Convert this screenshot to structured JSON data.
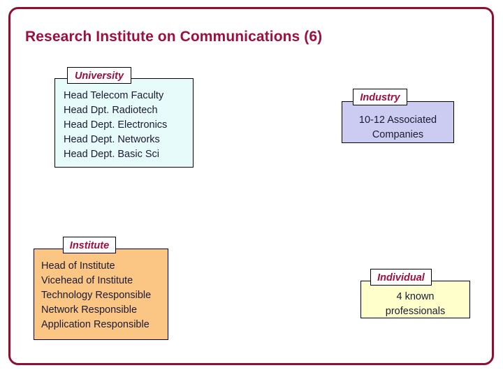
{
  "slide": {
    "title": "Research Institute on Communications (6)",
    "frame_color": "#8c1034",
    "title_color": "#9b1040",
    "background": "#ffffff"
  },
  "groups": {
    "university": {
      "caption": "University",
      "fill": "#e8fbfb",
      "align": "left",
      "lines": [
        "Head Telecom Faculty",
        "Head Dpt. Radiotech",
        "Head Dept. Electronics",
        "Head Dept. Networks",
        "Head Dept. Basic Sci"
      ]
    },
    "industry": {
      "caption": "Industry",
      "fill": "#ccccf2",
      "align": "center",
      "lines": [
        "10-12 Associated",
        "Companies"
      ]
    },
    "institute": {
      "caption": "Institute",
      "fill": "#fbc684",
      "align": "left",
      "lines": [
        "Head of Institute",
        "Vicehead of Institute",
        "Technology Responsible",
        "Network Responsible",
        "Application Responsible"
      ]
    },
    "individual": {
      "caption": "Individual",
      "fill": "#ffffcc",
      "align": "center",
      "lines": [
        "4 known",
        "professionals"
      ]
    }
  }
}
